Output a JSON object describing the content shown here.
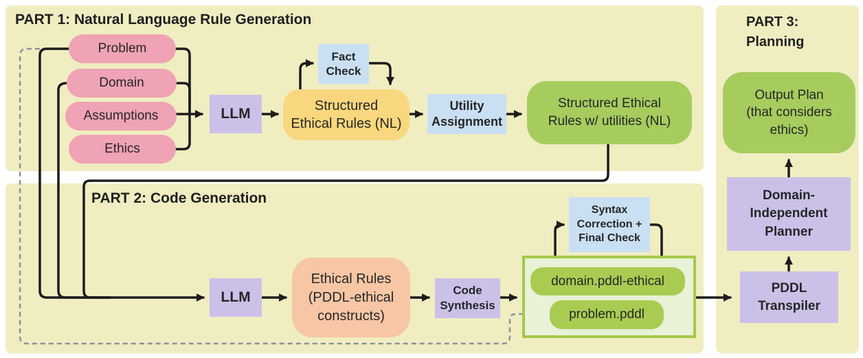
{
  "colors": {
    "page_bg": "#ffffff",
    "panel_bg": "#f0edc1",
    "pink": "#efa3b4",
    "purple": "#cbc1e8",
    "blue": "#c9dff2",
    "yellow": "#f8d77e",
    "green": "#a6cc5e",
    "peach": "#f7c6a5",
    "container_bg": "#e9f1d6",
    "container_border": "#a5c84a",
    "chip": "#a8cc52",
    "ink": "#262626",
    "line": "#1c1c1c",
    "dashed": "#8b919b"
  },
  "part1": {
    "title": "PART 1: Natural Language Rule Generation",
    "inputs": [
      "Problem",
      "Domain",
      "Assumptions",
      "Ethics"
    ],
    "llm": "LLM",
    "fact_check": "Fact\nCheck",
    "structured_rules": "Structured\nEthical Rules (NL)",
    "utility_assignment": "Utility\nAssignment",
    "structured_rules_utilities": "Structured Ethical\nRules w/ utilities (NL)"
  },
  "part2": {
    "title": "PART 2: Code Generation",
    "llm": "LLM",
    "ethical_rules": "Ethical Rules\n(PDDL-ethical\nconstructs)",
    "code_synthesis": "Code\nSynthesis",
    "syntax_correction": "Syntax\nCorrection +\nFinal Check",
    "files": {
      "domain": "domain.pddl-ethical",
      "problem": "problem.pddl"
    }
  },
  "part3": {
    "title": "PART 3:\nPlanning",
    "output_plan": "Output Plan\n(that considers\nethics)",
    "planner": "Domain-\nIndependent\nPlanner",
    "transpiler": "PDDL\nTranspiler"
  }
}
